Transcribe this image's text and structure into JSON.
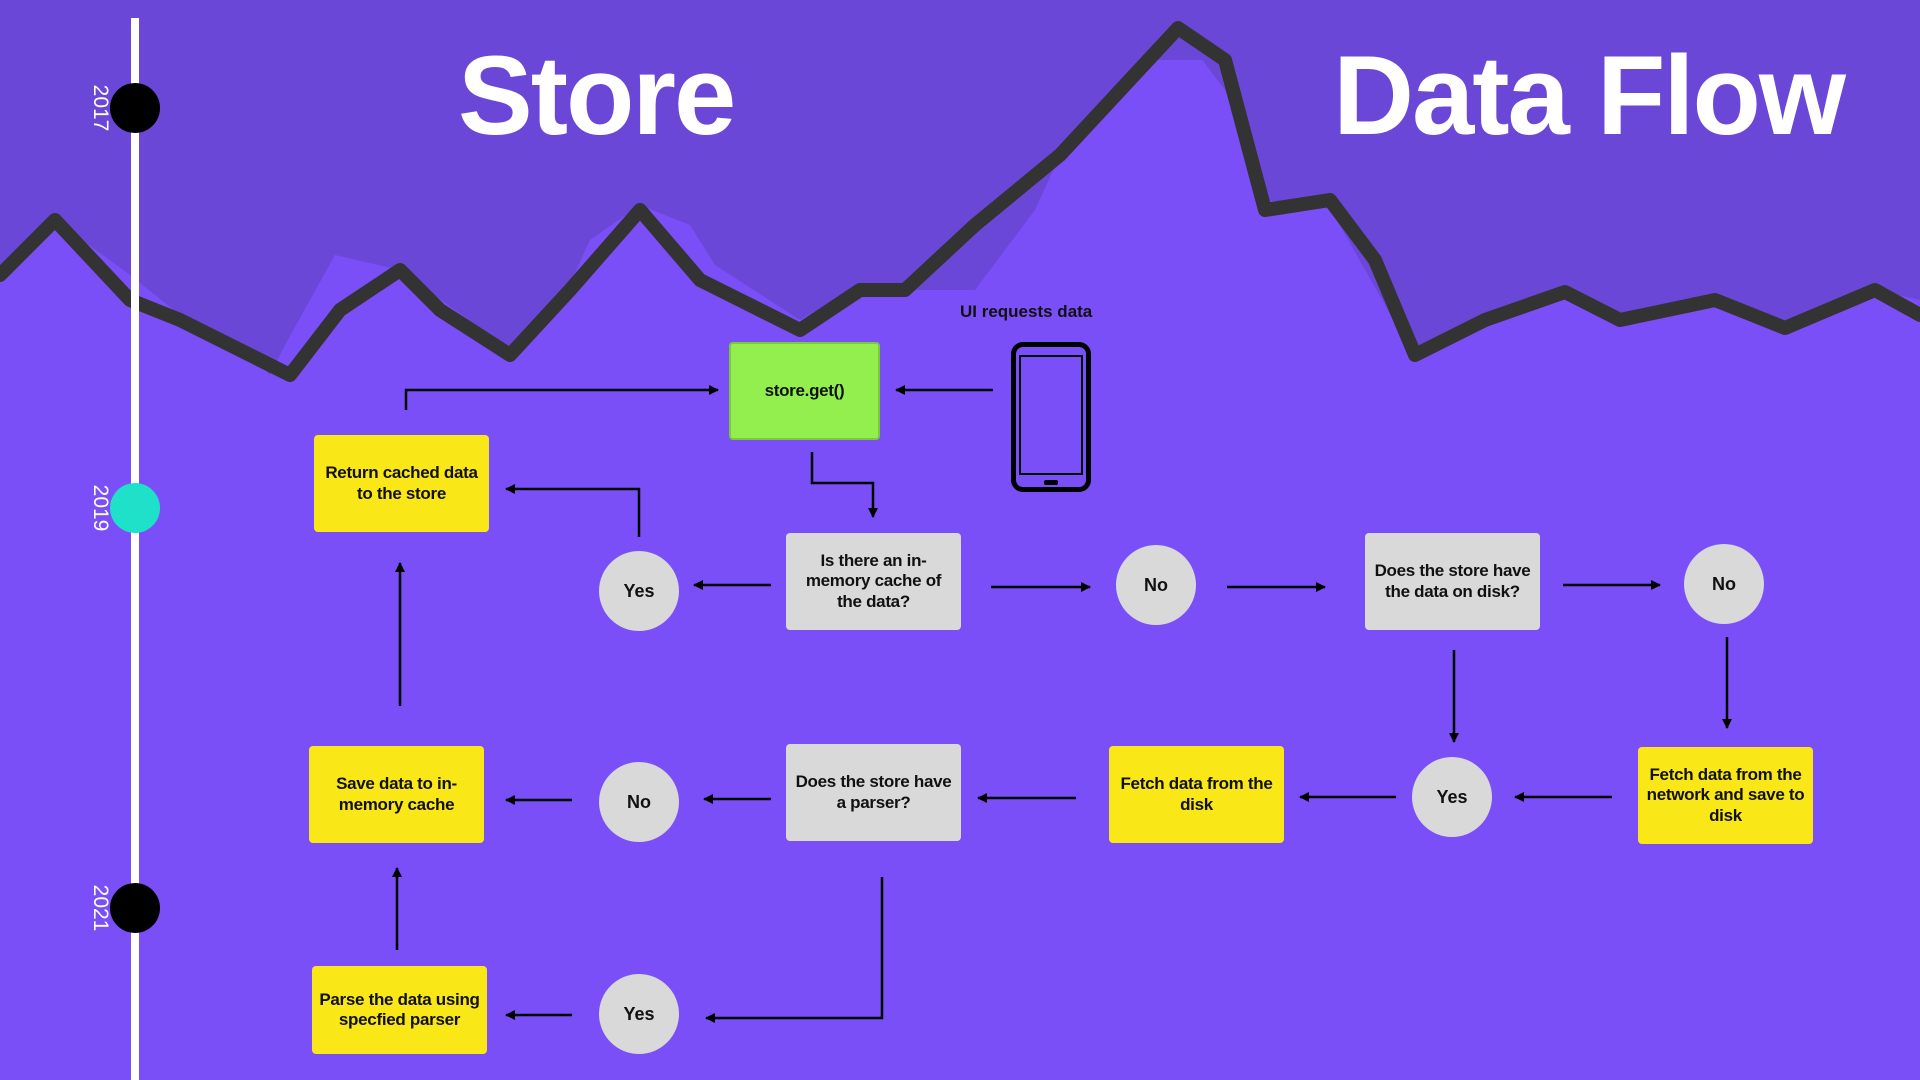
{
  "title_left": "Store",
  "title_right": "Data Flow",
  "timeline": {
    "years": [
      "2017",
      "2019",
      "2021"
    ],
    "dot_colors": [
      "#000000",
      "#1fe0c8",
      "#000000"
    ]
  },
  "caption": "UI requests data",
  "nodes": {
    "store_get": "store.get()",
    "return_cached": "Return cached data to the store",
    "is_memory_cache": "Is there an in-memory cache of the data?",
    "yes_cache": "Yes",
    "no_cache": "No",
    "store_on_disk": "Does the store have the data on disk?",
    "no_disk": "No",
    "yes_disk": "Yes",
    "fetch_network": "Fetch data from the network and save to disk",
    "fetch_disk": "Fetch data from the disk",
    "has_parser": "Does the store have a parser?",
    "no_parser": "No",
    "save_memory": "Save data to in-memory cache",
    "yes_parser": "Yes",
    "parse_data": "Parse the data using specfied parser"
  },
  "colors": {
    "background": "#7b4ff7",
    "mountain_band": "#6a47d6",
    "action": "#f9e718",
    "decision": "#d9d9d9",
    "entry": "#93ef4e"
  }
}
